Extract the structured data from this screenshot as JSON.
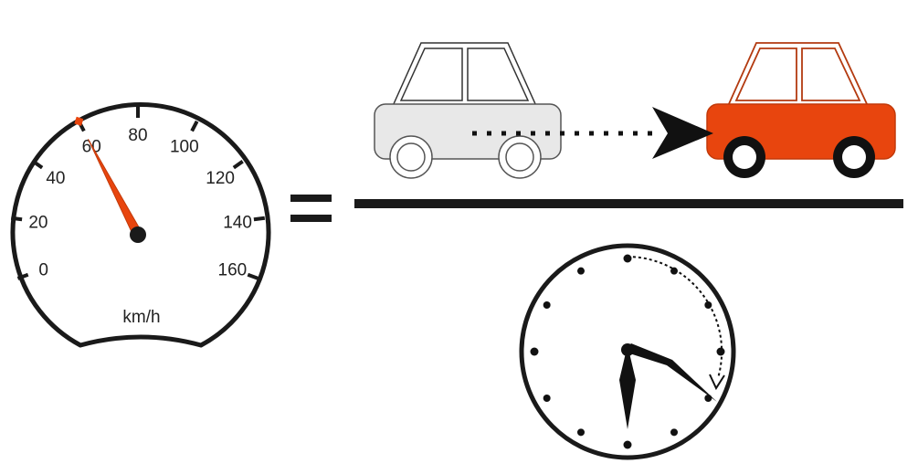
{
  "speedometer": {
    "scale_labels": [
      "0",
      "20",
      "40",
      "60",
      "80",
      "100",
      "120",
      "140",
      "160"
    ],
    "unit": "km/h",
    "needle_reading": 60,
    "needle_color": "#e8450e"
  },
  "equation": {
    "operator": "equals-sign",
    "fraction_bar": "dividing-line"
  },
  "cars": {
    "start_car_color": "#e8e8e8",
    "end_car_color": "#e8450e",
    "motion": "dotted-arrow"
  },
  "clock": {
    "elapsed_arc": "dotted-arrow",
    "hand_color": "#111111"
  },
  "colors": {
    "ink": "#1a1a1a",
    "accent": "#e8450e",
    "ghost": "#e8e8e8"
  }
}
